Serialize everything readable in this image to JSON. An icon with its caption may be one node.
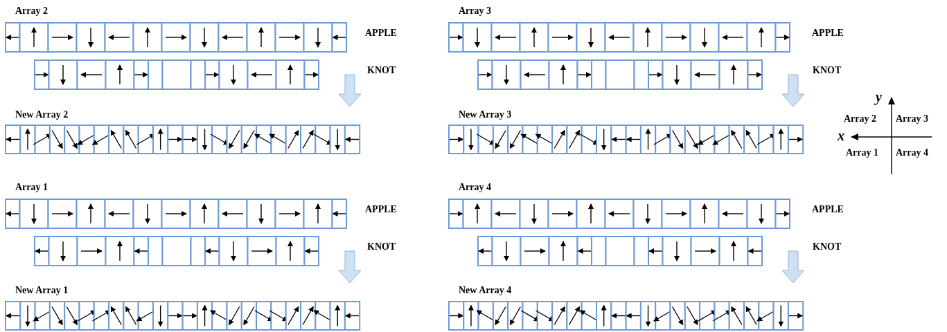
{
  "diagram": {
    "labels": [
      "Array 2",
      "APPLE",
      "KNOT",
      "New Array 2",
      "Array 3",
      "APPLE",
      "KNOT",
      "New Array 3",
      "y",
      "Array 2",
      "Array 3",
      "x",
      "Array 1",
      "Array 4",
      "Array 1",
      "APPLE",
      "KNOT",
      "New Array 1",
      "Array 4",
      "APPLE",
      "KNOT",
      "New Array 4"
    ]
  }
}
